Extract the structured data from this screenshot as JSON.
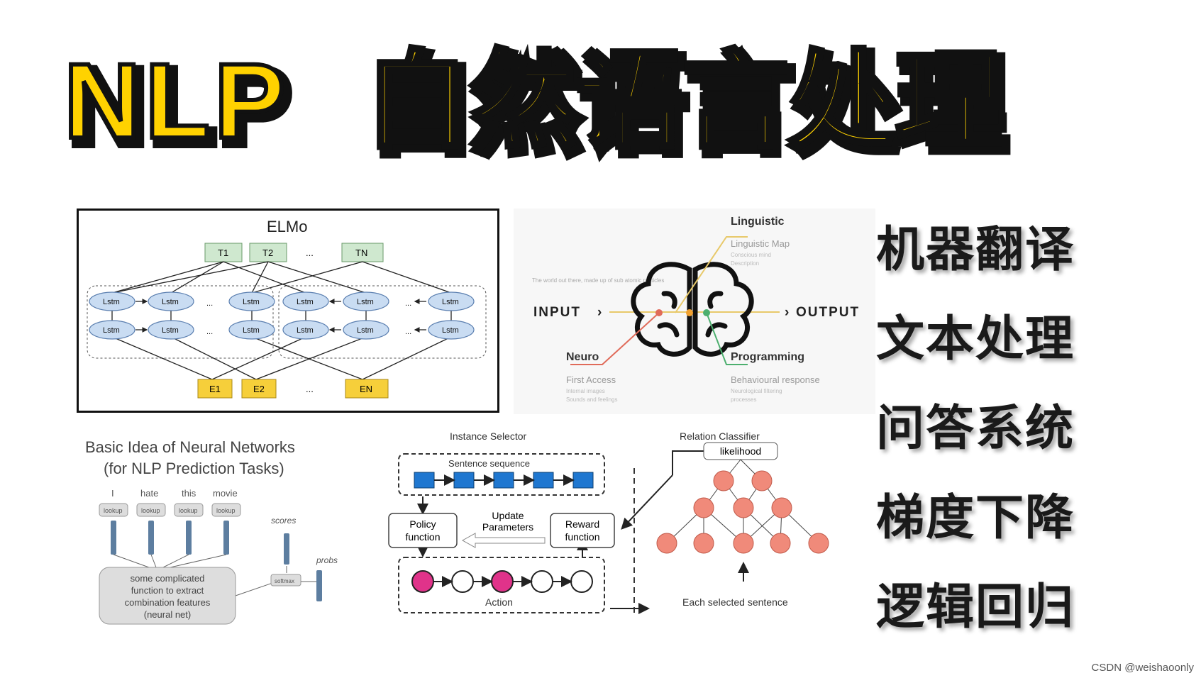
{
  "title": {
    "prefix": "NLP",
    "cn": "自然语言处理"
  },
  "topics": [
    "机器翻译",
    "文本处理",
    "问答系统",
    "梯度下降",
    "逻辑回归"
  ],
  "elmo": {
    "title": "ELMo",
    "outputs": [
      "T1",
      "T2",
      "...",
      "TN"
    ],
    "embeddings": [
      "E1",
      "E2",
      "...",
      "EN"
    ],
    "cell": "Lstm",
    "ellipsis": "..."
  },
  "nlp_brain": {
    "input": "INPUT",
    "output": "OUTPUT",
    "caption_world": "The world out there, made up of sub atomic particles",
    "linguistic": "Linguistic",
    "linguistic_map": "Linguistic Map",
    "conscious_mind": "Conscious mind",
    "description": "Description",
    "neuro": "Neuro",
    "first_access": "First Access",
    "internal_images": "Internal images",
    "sounds": "Sounds and feelings",
    "programming": "Programming",
    "behavioural": "Behavioural response",
    "neuro_filter": "Neurological filtering",
    "processes": "processes",
    "colors": {
      "linguistic": "#e8c96a",
      "neuro": "#e06b5a",
      "programming": "#4caf6e",
      "center": "#f0a030"
    }
  },
  "nn": {
    "title1": "Basic Idea of Neural Networks",
    "title2": "(for NLP Prediction Tasks)",
    "words": [
      "I",
      "hate",
      "this",
      "movie"
    ],
    "lookup": "lookup",
    "box": [
      "some complicated",
      "function to extract",
      "combination features",
      "(neural net)"
    ],
    "scores": "scores",
    "softmax": "softmax",
    "probs": "probs"
  },
  "rl": {
    "instance_selector": "Instance Selector",
    "relation_classifier": "Relation Classifier",
    "sentence_sequence": "Sentence sequence",
    "policy": [
      "Policy",
      "function"
    ],
    "update": [
      "Update",
      "Parameters"
    ],
    "reward": [
      "Reward",
      "function"
    ],
    "action": "Action",
    "likelihood": "likelihood",
    "each_selected": "Each selected sentence"
  },
  "footer": "CSDN @weishaoonly"
}
